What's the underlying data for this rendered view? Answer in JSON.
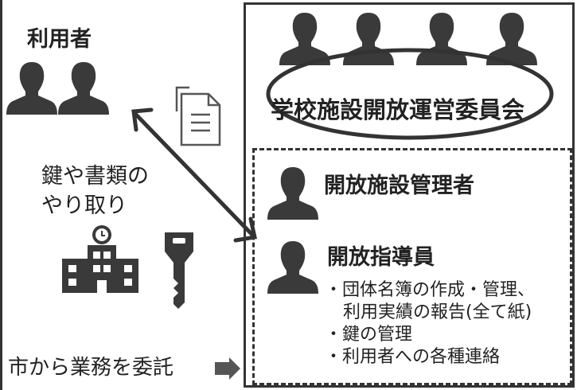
{
  "left": {
    "user_label": "利用者",
    "exchange_label_line1": "鍵や書類の",
    "exchange_label_line2": "やり取り",
    "commission_label": "市から業務を委託"
  },
  "committee": {
    "name": "学校施設開放運営委員会",
    "roles": {
      "facility_manager": "開放施設管理者",
      "instructor": "開放指導員"
    },
    "duties": [
      "団体名簿の作成・管理、",
      "利用実績の報告(全て紙)",
      "鍵の管理",
      "利用者への各種連絡"
    ],
    "bullet": "・"
  },
  "colors": {
    "ink": "#333333",
    "icon": "#3a3a3a",
    "background": "#ffffff"
  },
  "icons": [
    "person-icon",
    "document-icon",
    "school-building-icon",
    "key-icon",
    "clock-icon",
    "arrow-right-icon"
  ]
}
